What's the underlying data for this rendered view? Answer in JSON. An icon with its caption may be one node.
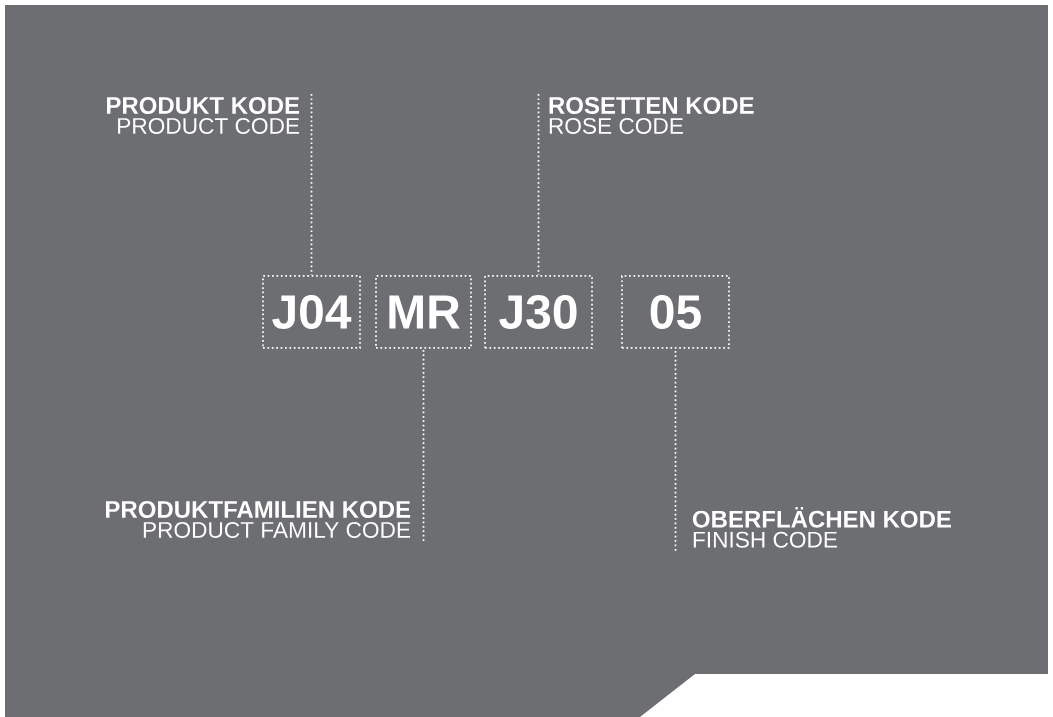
{
  "diagram": {
    "nodes": [
      {
        "text": [
          "PRODUKT KODE",
          "PRODUCT CODE"
        ]
      },
      {
        "text": [
          "ROSETTEN KODE",
          "ROSE CODE"
        ]
      },
      {
        "text": [
          "J04"
        ]
      },
      {
        "text": [
          "MR"
        ]
      },
      {
        "text": [
          "J30"
        ]
      },
      {
        "text": [
          "05"
        ]
      },
      {
        "text": [
          "PRODUKTFAMILIEN KODE",
          "PRODUCT FAMILY CODE"
        ]
      },
      {
        "text": [
          "OBERFLÄCHEN KODE",
          "FINISH CODE"
        ]
      }
    ],
    "edges": [
      {
        "from": 0,
        "to": 2,
        "arrow": "none"
      },
      {
        "from": 1,
        "to": 4,
        "arrow": "none"
      },
      {
        "from": 6,
        "to": 3,
        "arrow": "none"
      },
      {
        "from": 7,
        "to": 5,
        "arrow": "none"
      }
    ]
  }
}
